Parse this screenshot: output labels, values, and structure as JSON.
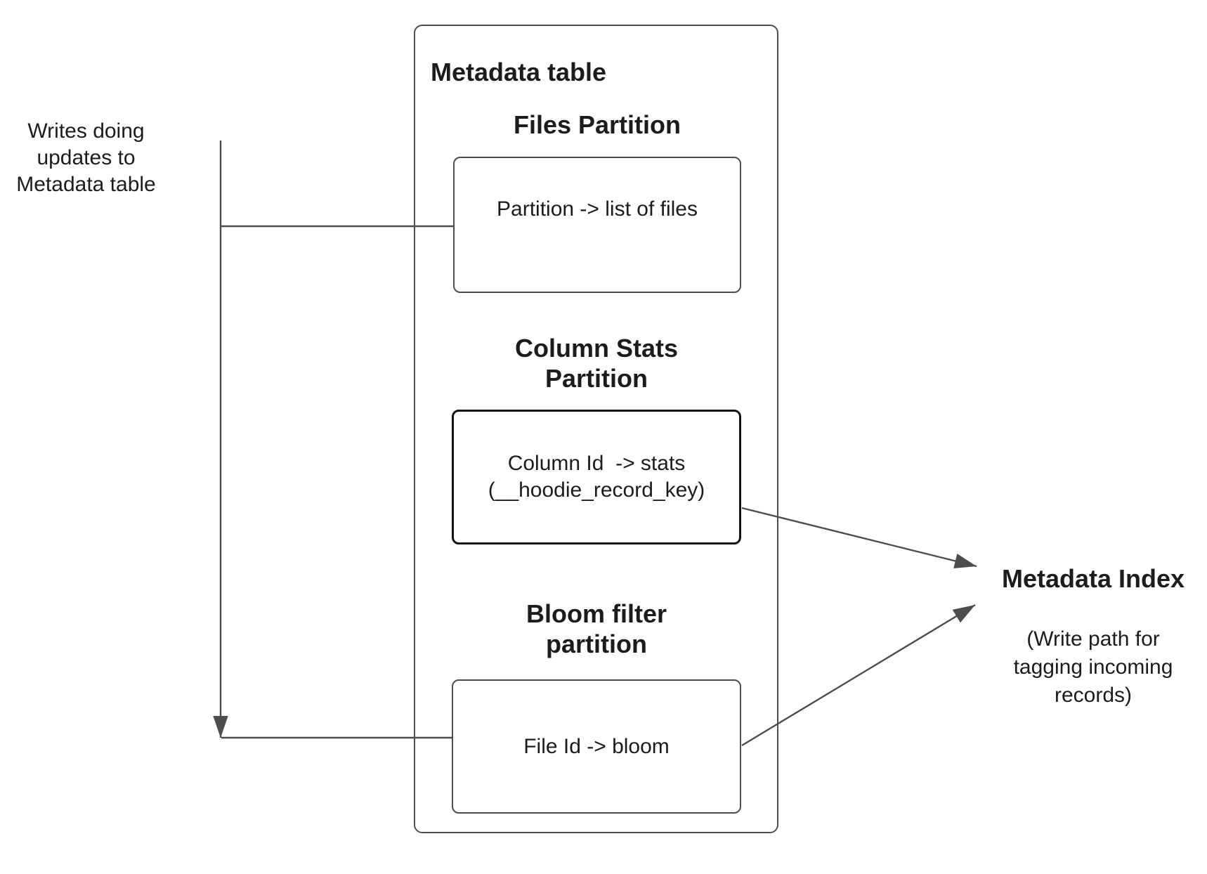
{
  "left_note": {
    "text": "Writes doing\nupdates to\nMetadata table"
  },
  "metadata_table": {
    "title": "Metadata table",
    "partitions": [
      {
        "heading": "Files Partition",
        "content": "Partition -> list of files"
      },
      {
        "heading": "Column Stats\nPartition",
        "content": "Column Id  -> stats\n(__hoodie_record_key)"
      },
      {
        "heading": "Bloom filter\npartition",
        "content": "File Id -> bloom"
      }
    ]
  },
  "metadata_index": {
    "title": "Metadata Index",
    "subtitle": "(Write path for\ntagging incoming\nrecords)"
  },
  "colors": {
    "line": "#4d4d4d",
    "border": "#4d4d4d",
    "stats_border": "#111111",
    "text": "#1c1c1c"
  }
}
